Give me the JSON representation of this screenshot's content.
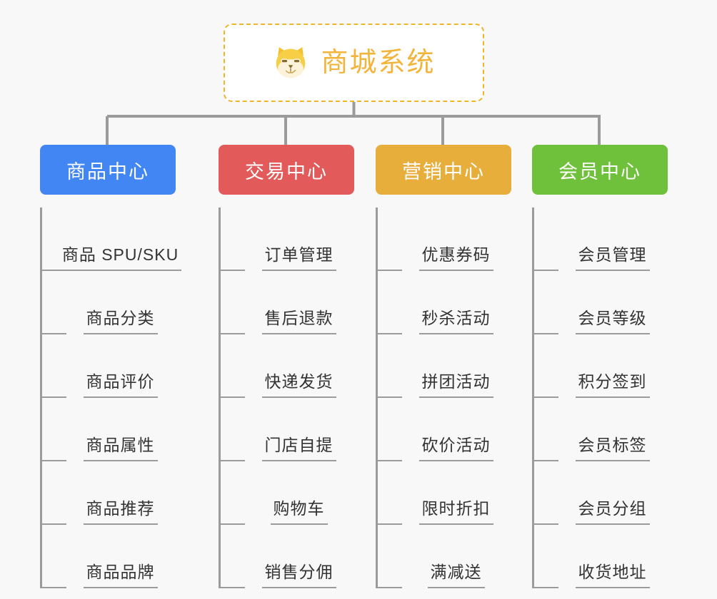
{
  "page": {
    "background_color": "#f8f8f8",
    "type": "org-chart"
  },
  "root": {
    "title": "商城系统",
    "icon": "shiba-dog-icon",
    "border_color": "#f0b429",
    "text_color": "#f3b43c",
    "background_color": "#ffffff"
  },
  "connector": {
    "color": "#9b9b9b"
  },
  "columns": [
    {
      "header": "商品中心",
      "color": "#4286f4",
      "items": [
        "商品 SPU/SKU",
        "商品分类",
        "商品评价",
        "商品属性",
        "商品推荐",
        "商品品牌"
      ]
    },
    {
      "header": "交易中心",
      "color": "#e25a5a",
      "items": [
        "订单管理",
        "售后退款",
        "快递发货",
        "门店自提",
        "购物车",
        "销售分佣"
      ]
    },
    {
      "header": "营销中心",
      "color": "#e8ae3c",
      "items": [
        "优惠券码",
        "秒杀活动",
        "拼团活动",
        "砍价活动",
        "限时折扣",
        "满减送"
      ]
    },
    {
      "header": "会员中心",
      "color": "#6fc03a",
      "items": [
        "会员管理",
        "会员等级",
        "积分签到",
        "会员标签",
        "会员分组",
        "收货地址"
      ]
    }
  ]
}
